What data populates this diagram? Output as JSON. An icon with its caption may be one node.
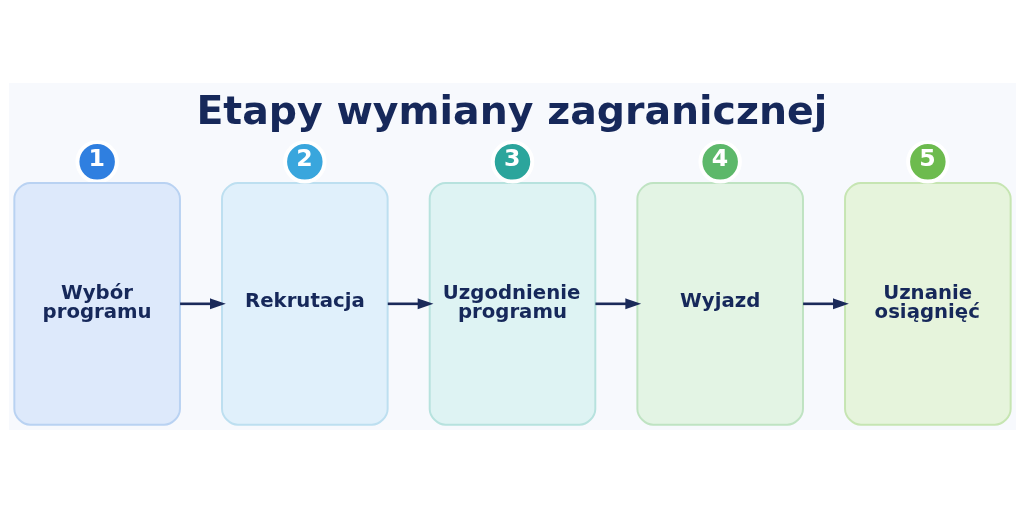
{
  "diagram": {
    "title": "Etapy wymiany zagranicznej",
    "nodes": [
      {
        "text": [
          "1"
        ]
      },
      {
        "text": [
          "Wybór programu"
        ]
      },
      {
        "text": [
          "2"
        ]
      },
      {
        "text": [
          "Rekrutacja"
        ]
      },
      {
        "text": [
          "3"
        ]
      },
      {
        "text": [
          "Uzgodnienie programu"
        ]
      },
      {
        "text": [
          "4"
        ]
      },
      {
        "text": [
          "Wyjazd"
        ]
      },
      {
        "text": [
          "5"
        ]
      },
      {
        "text": [
          "Uznanie osiągnięć"
        ]
      }
    ],
    "edges": [
      {
        "from": 1,
        "to": 3,
        "arrow": "to"
      },
      {
        "from": 3,
        "to": 5,
        "arrow": "to"
      },
      {
        "from": 5,
        "to": 7,
        "arrow": "to"
      },
      {
        "from": 7,
        "to": 9,
        "arrow": "to"
      }
    ]
  }
}
